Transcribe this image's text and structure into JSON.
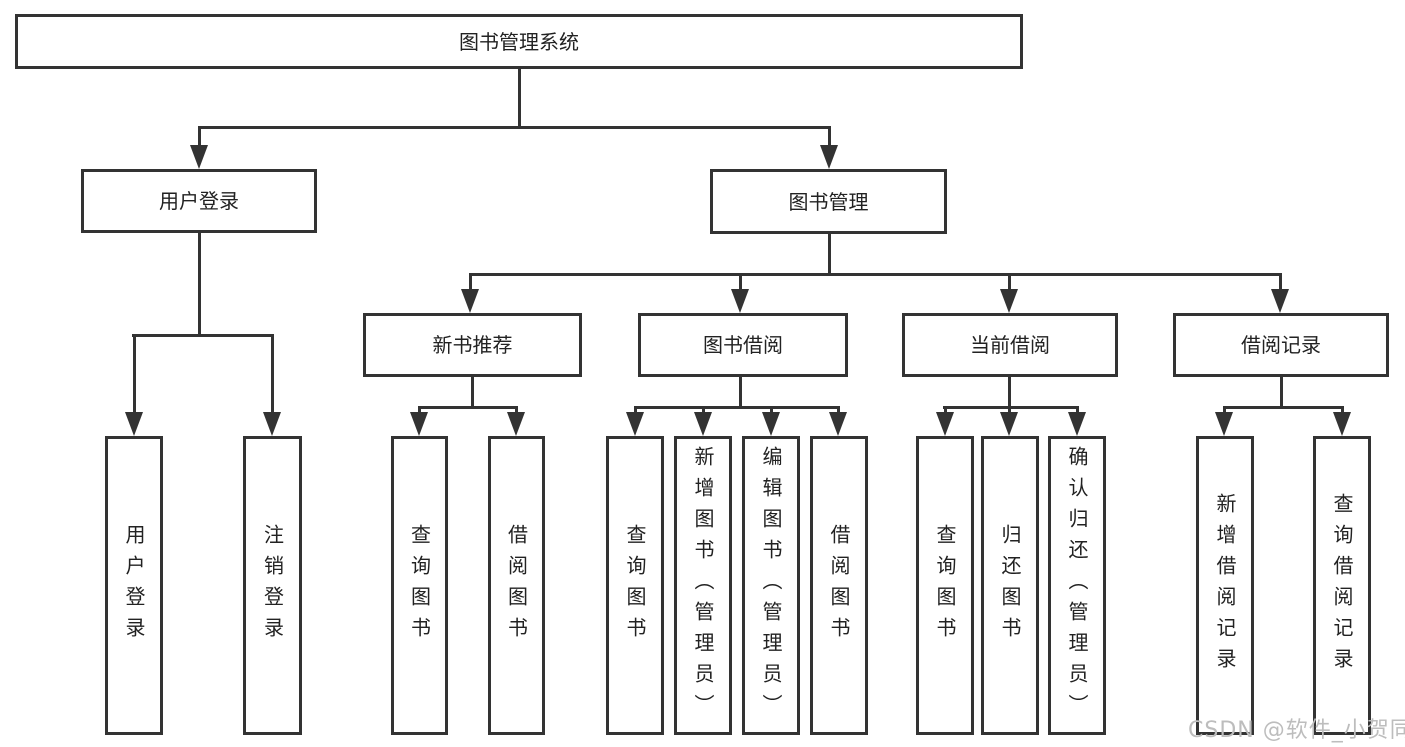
{
  "diagram": {
    "root": {
      "label": "图书管理系统"
    },
    "branches": [
      {
        "label": "用户登录",
        "children": [
          {
            "label": "用户登录"
          },
          {
            "label": "注销登录"
          }
        ]
      },
      {
        "label": "图书管理",
        "children": [
          {
            "label": "新书推荐",
            "children": [
              {
                "label": "查询图书"
              },
              {
                "label": "借阅图书"
              }
            ]
          },
          {
            "label": "图书借阅",
            "children": [
              {
                "label": "查询图书"
              },
              {
                "label": "新增图书（管理员）"
              },
              {
                "label": "编辑图书（管理员）"
              },
              {
                "label": "借阅图书"
              }
            ]
          },
          {
            "label": "当前借阅",
            "children": [
              {
                "label": "查询图书"
              },
              {
                "label": "归还图书"
              },
              {
                "label": "确认归还（管理员）"
              }
            ]
          },
          {
            "label": "借阅记录",
            "children": [
              {
                "label": "新增借阅记录"
              },
              {
                "label": "查询借阅记录"
              }
            ]
          }
        ]
      }
    ]
  },
  "watermark": {
    "text": "CSDN @软件_小贺同学"
  },
  "colors": {
    "line": "#333333",
    "text": "#222222",
    "background": "#ffffff",
    "watermark": "#bdbdbd"
  }
}
